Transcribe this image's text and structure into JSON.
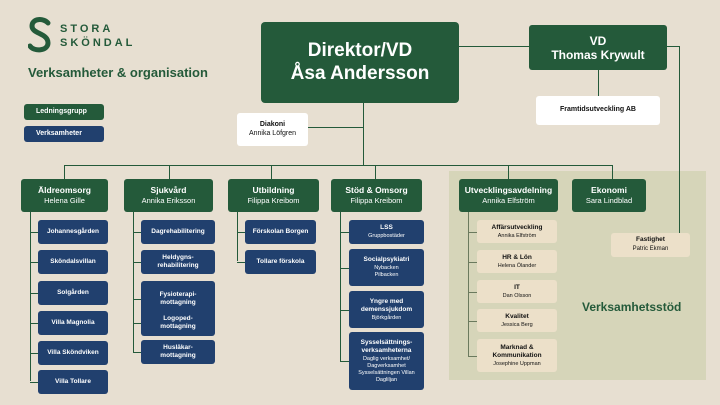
{
  "logo": {
    "line1": "STORA",
    "line2": "SKÖNDAL"
  },
  "heading": "Verksamheter & organisation",
  "legend": {
    "management": "Ledningsgrupp",
    "operations": "Verksamheter"
  },
  "ceo": {
    "title": "Direktor/VD",
    "name": "Åsa Andersson"
  },
  "vd": {
    "title": "VD",
    "name": "Thomas Krywult"
  },
  "framtid": "Framtidsutveckling AB",
  "diakoni": {
    "title": "Diakoni",
    "name": "Annika Löfgren"
  },
  "support_label": "Verksamhetsstöd",
  "fastighet": {
    "title": "Fastighet",
    "name": "Patric Ekman"
  },
  "departments": [
    {
      "title": "Äldreomsorg",
      "name": "Helena Gille",
      "units": [
        {
          "title": "Johannesgården"
        },
        {
          "title": "Sköndalsvillan"
        },
        {
          "title": "Solgården"
        },
        {
          "title": "Villa Magnolia"
        },
        {
          "title": "Villa Sköndviken"
        },
        {
          "title": "Villa Tollare"
        }
      ]
    },
    {
      "title": "Sjukvård",
      "name": "Annika Eriksson",
      "units": [
        {
          "title": "Dagrehabilitering"
        },
        {
          "title": "Heldygns-\nrehabilitering"
        },
        {
          "title": "Fysioterapi-\nmottagning"
        },
        {
          "title": "Logoped-\nmottagning"
        },
        {
          "title": "Husläkar-\nmottagning"
        }
      ]
    },
    {
      "title": "Utbildning",
      "name": "Filippa Kreibom",
      "units": [
        {
          "title": "Förskolan Borgen"
        },
        {
          "title": "Tollare förskola"
        }
      ]
    },
    {
      "title": "Stöd & Omsorg",
      "name": "Filippa Kreibom",
      "units": [
        {
          "title": "LSS",
          "sub": "Gruppbostäder"
        },
        {
          "title": "Socialpsykiatri",
          "sub": "Nybacken\nPilbacken"
        },
        {
          "title": "Yngre med\ndemenssjukdom",
          "sub": "Björkgården"
        },
        {
          "title": "Sysselsättnings-\nverksamheterna",
          "sub": "Daglig verksamhet/\nDagverksamhet\nSysselsättningen Villan\nDagliljan"
        }
      ]
    },
    {
      "title": "Utvecklingsavdelning",
      "name": "Annika Elfström",
      "units": [
        {
          "title": "Affärsutveckling",
          "sub": "Annika Elfström"
        },
        {
          "title": "HR & Lön",
          "sub": "Helena Ölander"
        },
        {
          "title": "IT",
          "sub": "Dan Olsson"
        },
        {
          "title": "Kvalitet",
          "sub": "Jessica Berg"
        },
        {
          "title": "Marknad &\nKommunikation",
          "sub": "Josephine Uppman"
        }
      ]
    },
    {
      "title": "Ekonomi",
      "name": "Sara Lindblad",
      "units": []
    }
  ]
}
